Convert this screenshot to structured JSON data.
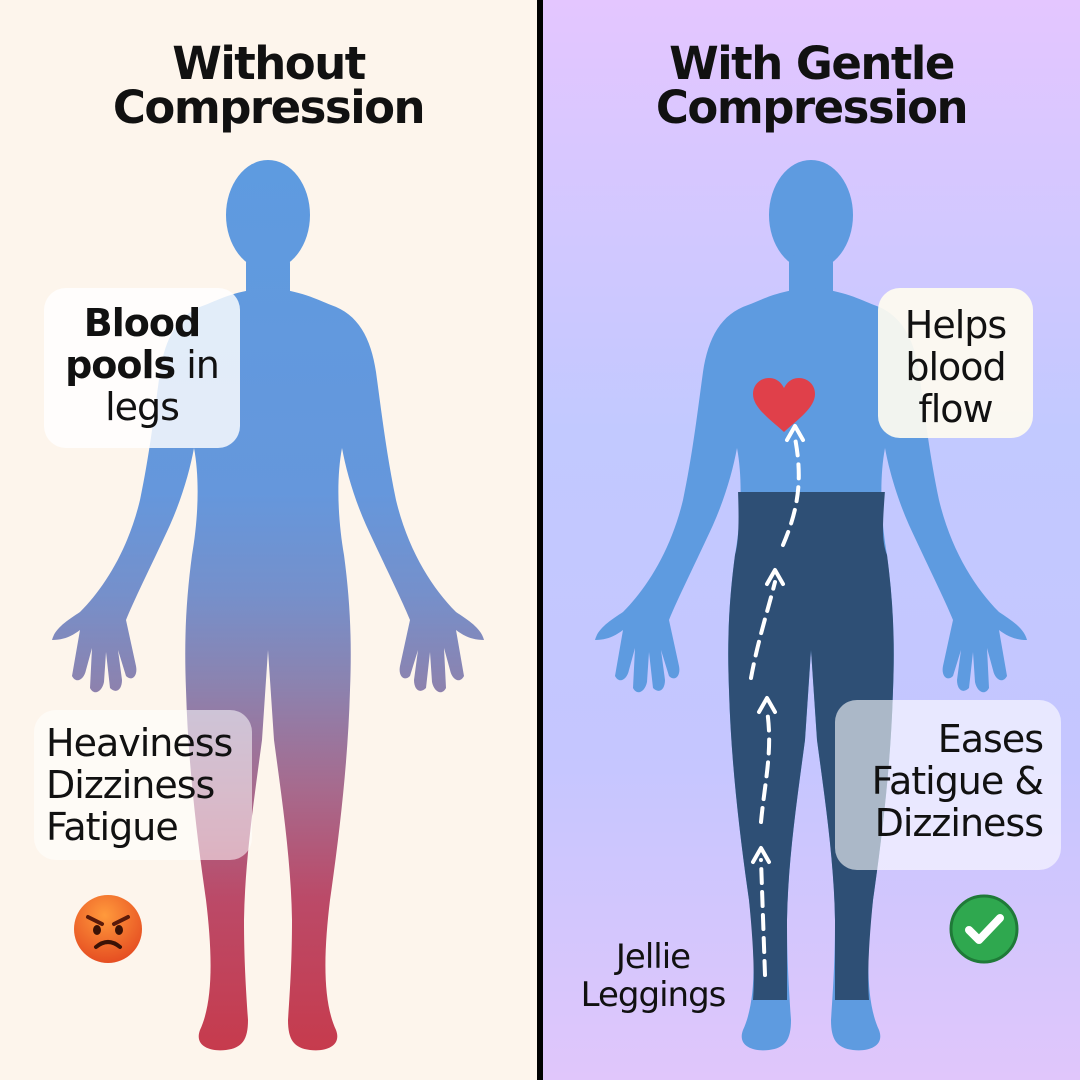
{
  "left_panel": {
    "title_lines": [
      "Without",
      "Compression"
    ],
    "callout_top": {
      "bold_line1": "Blood",
      "bold_line2": "pools",
      "rest_line2": " in",
      "line3": "legs"
    },
    "callout_symptoms": {
      "lines": [
        "Heaviness",
        "Dizziness",
        "Fatigue"
      ]
    },
    "icon": "angry-face-icon"
  },
  "right_panel": {
    "title_lines": [
      "With Gentle",
      "Compression"
    ],
    "callout_top": {
      "lines": [
        "Helps",
        "blood",
        "flow"
      ]
    },
    "callout_bottom": {
      "lines": [
        "Eases",
        "Fatigue &",
        "Dizziness"
      ]
    },
    "leggings_label": {
      "lines": [
        "Jellie",
        "Leggings"
      ]
    },
    "icons": [
      "heart-icon",
      "up-arrow-icon",
      "check-icon"
    ]
  },
  "colors": {
    "left_background": "#fdf5ec",
    "right_background_top": "#e4c6ff",
    "right_background_mid": "#c2c9ff",
    "body_blue": "#5e9be0",
    "blood_red": "#c73a4b",
    "leggings_navy": "#2e4f75",
    "heart_red": "#e0404a",
    "divider": "#000000"
  }
}
